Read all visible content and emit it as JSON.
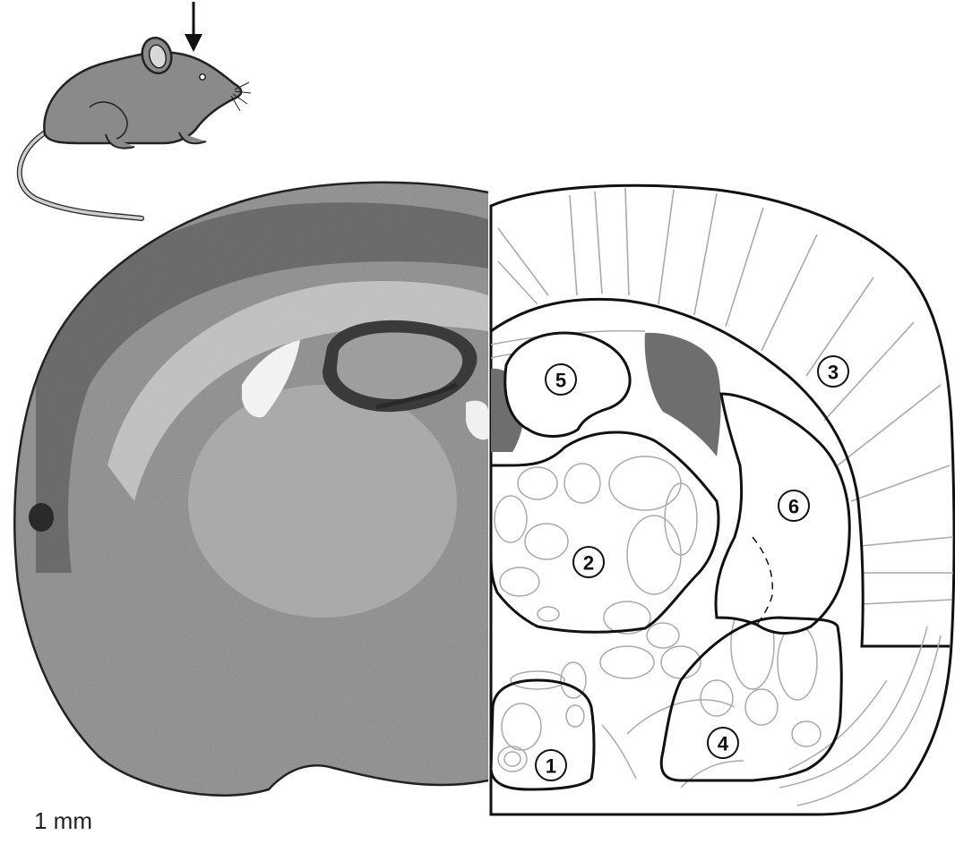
{
  "figure": {
    "scale_bar_label": "1 mm",
    "region_labels": [
      {
        "id": "region-1",
        "text": "1"
      },
      {
        "id": "region-2",
        "text": "2"
      },
      {
        "id": "region-3",
        "text": "3"
      },
      {
        "id": "region-4",
        "text": "4"
      },
      {
        "id": "region-5",
        "text": "5"
      },
      {
        "id": "region-6",
        "text": "6"
      }
    ],
    "colors": {
      "outline": "#111111",
      "fine_line": "#aaaaaa",
      "shaded_region": "#6e6e6e",
      "mouse_body": "#8a8a8a",
      "stained_tissue": "#9a9a9a"
    },
    "icons": [
      "mouse-icon",
      "arrow-down-icon"
    ]
  }
}
